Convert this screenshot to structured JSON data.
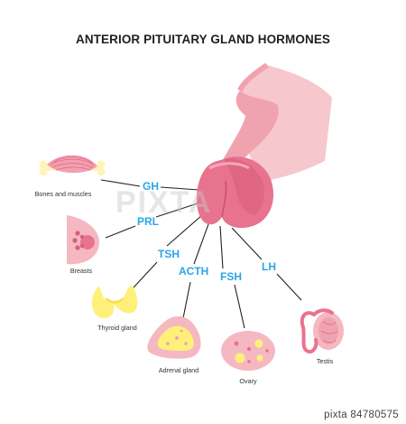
{
  "title": "ANTERIOR PITUITARY GLAND HORMONES",
  "hormones": [
    {
      "id": "gh",
      "label": "GH"
    },
    {
      "id": "prl",
      "label": "PRL"
    },
    {
      "id": "tsh",
      "label": "TSH"
    },
    {
      "id": "acth",
      "label": "ACTH"
    },
    {
      "id": "fsh",
      "label": "FSH"
    },
    {
      "id": "lh",
      "label": "LH"
    }
  ],
  "targets": [
    {
      "id": "bones",
      "label": "Bones and muscles"
    },
    {
      "id": "breasts",
      "label": "Breasts"
    },
    {
      "id": "thyroid",
      "label": "Thyroid gland"
    },
    {
      "id": "adrenal",
      "label": "Adrenal gland"
    },
    {
      "id": "ovary",
      "label": "Ovary"
    },
    {
      "id": "testis",
      "label": "Testis"
    }
  ],
  "watermark": "PIXTA",
  "stock_id": "pixta  84780575",
  "colors": {
    "hormone_label": "#2aa5e8",
    "gland": "#e8738f",
    "brain_tissue": "#f6c7cc",
    "organ_yellow": "#fff07a"
  }
}
